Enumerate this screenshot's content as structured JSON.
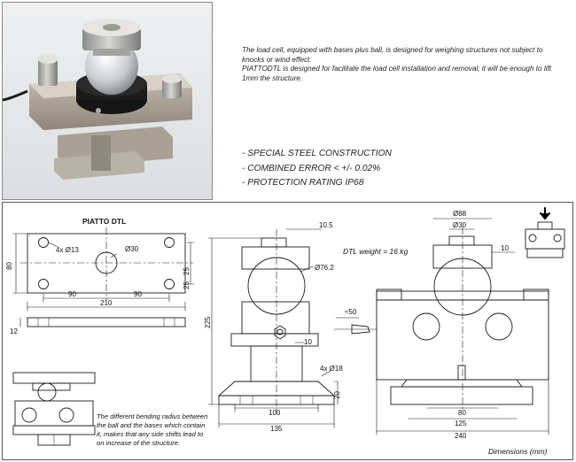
{
  "description": {
    "line1": "The load cell, equipped with bases plus ball, is designed for weighing structures not subject to knocks or wind effect.",
    "line2": "PIATTODTL is designed for facilitate the load cell installation and removal; it will be enough to lift 1mm the structure."
  },
  "features": [
    "- SPECIAL STEEL CONSTRUCTION",
    "- COMBINED ERROR < +/- 0.02%",
    "- PROTECTION RATING IP68"
  ],
  "drawing": {
    "title": "PIATTO DTL",
    "weight_note": "DTL weight = 16 kg",
    "dimensions_note": "Dimensions (mm)",
    "note_lines": [
      "The different bending radius between",
      "the ball and the bases which contain",
      "it, makes that any side shifts lead to",
      "on increase of the structure."
    ],
    "plate_dims": {
      "holes": "4x Ø13",
      "center_hole": "Ø30",
      "width_total": "210",
      "half_left": "90",
      "half_right": "90",
      "height": "80",
      "hole_y1": "25",
      "hole_y2": "25",
      "thickness": "12"
    },
    "side_dims": {
      "top": "10.5",
      "ball": "Ø76.2",
      "height": "225",
      "cable": "≈50",
      "nut": "10",
      "holes": "4x Ø18",
      "base_h": "20",
      "inner": "100",
      "outer": "135"
    },
    "front_dims": {
      "top_outer": "Ø88",
      "top_inner": "Ø30",
      "top_h": "10",
      "base1": "80",
      "base2": "125",
      "base3": "240"
    }
  }
}
